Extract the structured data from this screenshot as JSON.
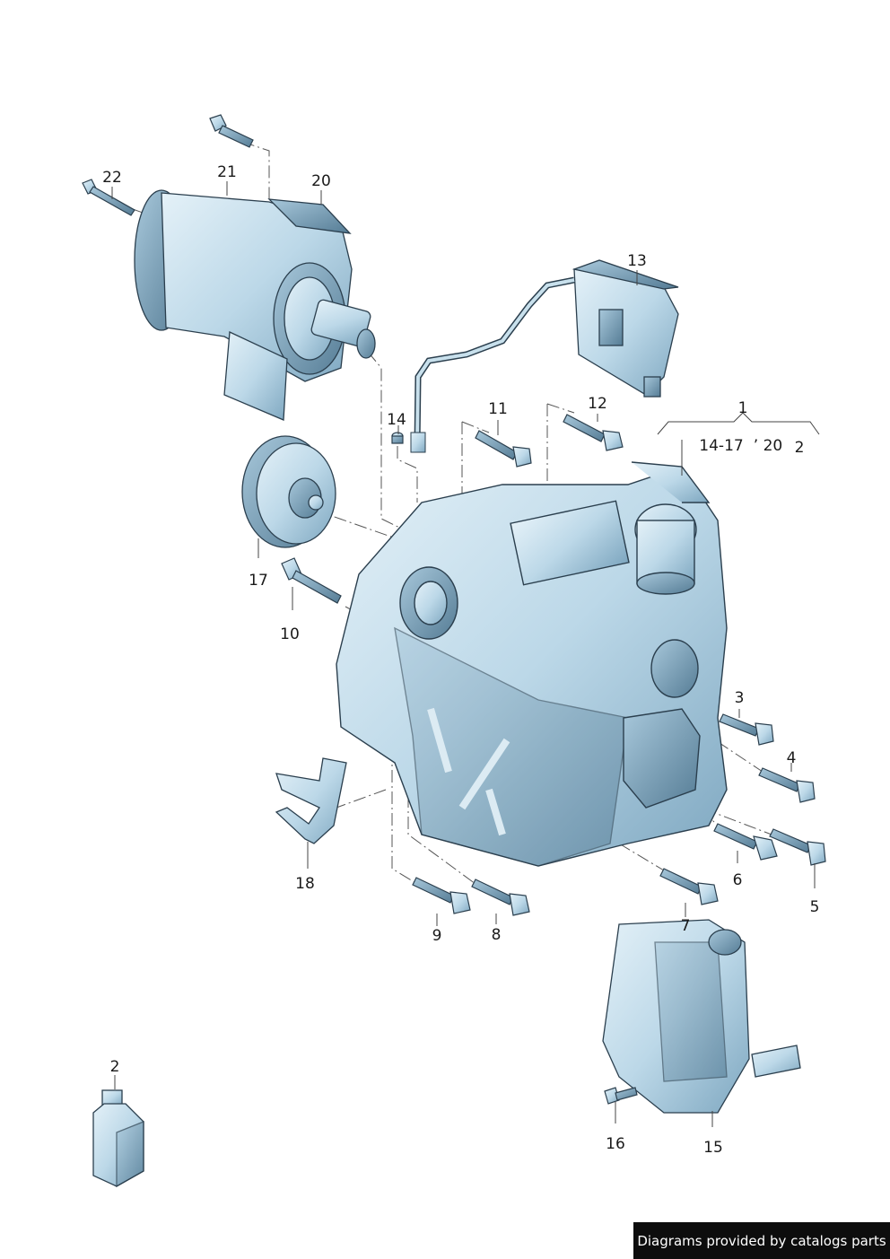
{
  "callouts": {
    "c1": "1",
    "c1_note_a": "14-17",
    "c1_note_b": "’ 20",
    "c1_note_c": "2",
    "c2": "2",
    "c3": "3",
    "c4": "4",
    "c5": "5",
    "c6": "6",
    "c7": "7",
    "c8": "8",
    "c9": "9",
    "c10": "10",
    "c11": "11",
    "c12": "12",
    "c13": "13",
    "c14": "14",
    "c15": "15",
    "c16": "16",
    "c17": "17",
    "c18": "18",
    "c20": "20",
    "c21": "21",
    "c22": "22"
  },
  "footer": {
    "text": "Diagrams provided by catalogs parts"
  },
  "colors": {
    "metal": "#bcd8e8",
    "metal_dark": "#6f95ad",
    "outline": "#2b3f4e",
    "leader": "#444444"
  }
}
